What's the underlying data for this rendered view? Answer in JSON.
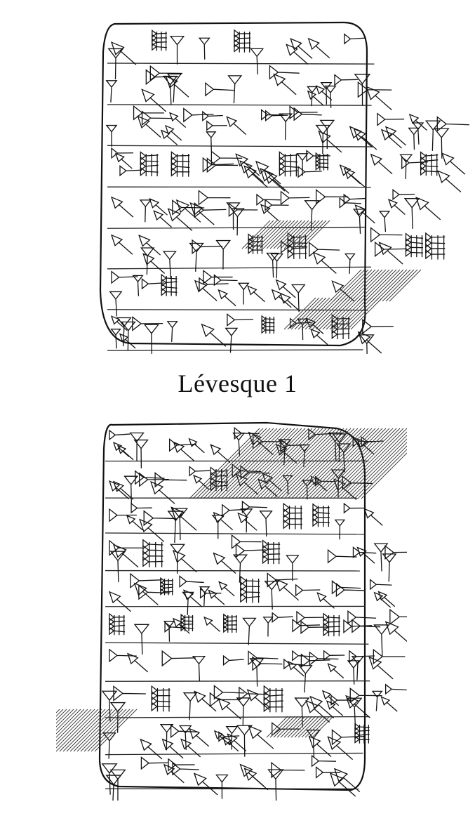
{
  "figure": {
    "caption": "Lévesque 1",
    "ink_color": "#111111",
    "paper_color": "#ffffff"
  },
  "tablets": [
    {
      "face": "obverse",
      "lines": 8
    },
    {
      "face": "reverse",
      "lines": 10
    }
  ]
}
